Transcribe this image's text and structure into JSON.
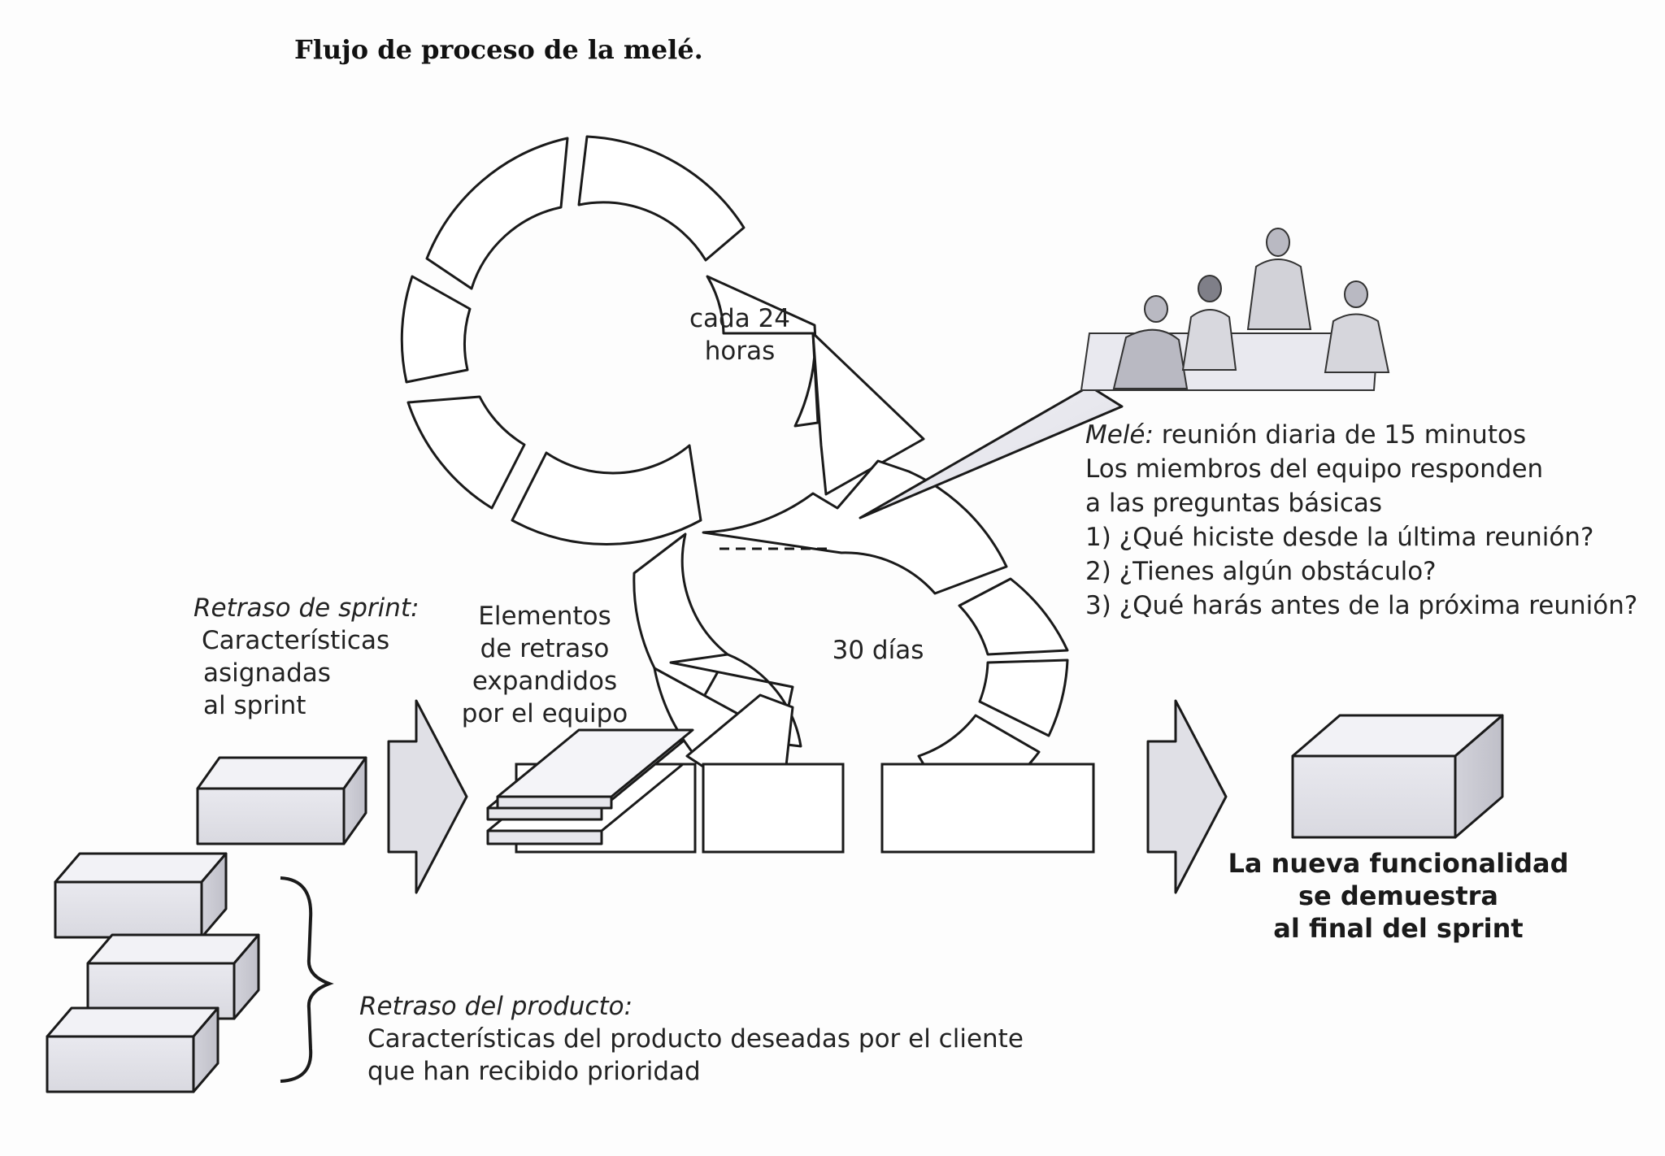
{
  "title": "Flujo de proceso de la melé.",
  "loops": {
    "daily_label": [
      "cada 24",
      "horas"
    ],
    "sprint_label": "30 días"
  },
  "sprint_backlog": {
    "heading": "Retraso de sprint:",
    "lines": [
      "Características",
      "asignadas",
      "al sprint"
    ]
  },
  "expanded_items": {
    "lines": [
      "Elementos",
      "de retraso",
      "expandidos",
      "por el equipo"
    ]
  },
  "scrum": {
    "heading_italic": "Melé:",
    "heading_rest": " reunión diaria de 15 minutos",
    "lines": [
      "Los miembros del equipo responden",
      "a las preguntas básicas",
      "1) ¿Qué hiciste desde la última reunión?",
      "2) ¿Tienes algún obstáculo?",
      "3) ¿Qué harás antes de la próxima reunión?"
    ]
  },
  "product_backlog": {
    "heading": "Retraso del producto:",
    "lines": [
      "Características del producto deseadas por el cliente",
      "que han recibido prioridad"
    ]
  },
  "result": {
    "lines": [
      "La nueva funcionalidad",
      "se demuestra",
      "al final del sprint"
    ]
  },
  "colors": {
    "stroke": "#1a1a1a",
    "box_face": "#e4e4ea",
    "box_top": "#f2f2f6",
    "box_side": "#c8c8d0",
    "callout_fill": "#ededf3"
  }
}
